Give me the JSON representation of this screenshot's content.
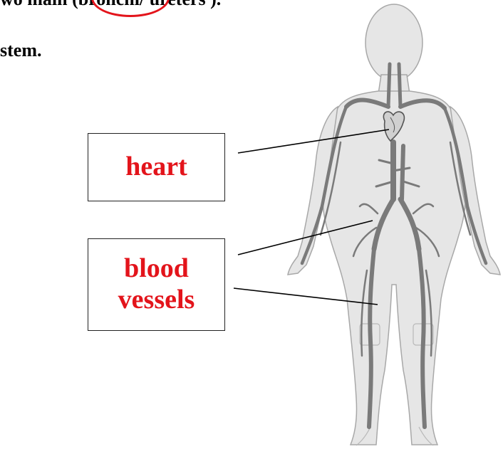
{
  "top_text": {
    "before": "wo main (",
    "circled": "bronchi",
    "after": "/ ureters )."
  },
  "heading": "stem.",
  "labels": {
    "heart": "heart",
    "blood_line1": "blood",
    "blood_line2": "vessels"
  },
  "colors": {
    "label_text": "#e3141b",
    "circle": "#e3141b",
    "body_fill": "#e6e6e6",
    "body_outline": "#a8a8a8",
    "vessels": "#7a7a7a"
  },
  "icons": [
    "human-body-figure-icon",
    "heart-icon"
  ]
}
